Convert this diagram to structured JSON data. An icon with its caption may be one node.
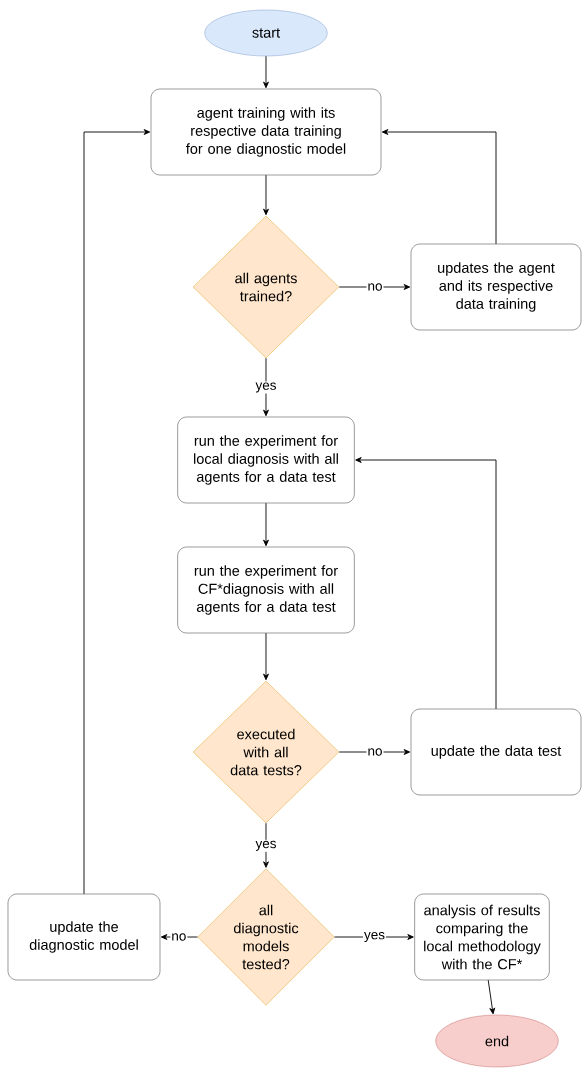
{
  "diagram": {
    "nodes": [
      {
        "text": [
          "start"
        ]
      },
      {
        "text": [
          "agent training with its respective data training for one diagnostic model"
        ]
      },
      {
        "text": [
          "all agents trained?"
        ]
      },
      {
        "text": [
          "updates the agent and its respective data training"
        ]
      },
      {
        "text": [
          "run the experiment for local diagnosis with all agents for a data test"
        ]
      },
      {
        "text": [
          "run the experiment for CF*diagnosis with all agents for a data test"
        ]
      },
      {
        "text": [
          "executed with all data tests?"
        ]
      },
      {
        "text": [
          "update the data test"
        ]
      },
      {
        "text": [
          "all diagnostic models tested?"
        ]
      },
      {
        "text": [
          "update the diagnostic model"
        ]
      },
      {
        "text": [
          "analysis of results comparing the local methodology with the CF*"
        ]
      },
      {
        "text": [
          "end"
        ]
      }
    ],
    "edges": [
      {
        "from": 0,
        "to": 1,
        "arrow": "to"
      },
      {
        "from": 1,
        "to": 2,
        "arrow": "to"
      },
      {
        "from": 2,
        "to": 3,
        "arrow": "to",
        "label": "no"
      },
      {
        "from": 3,
        "to": 1,
        "arrow": "to"
      },
      {
        "from": 2,
        "to": 4,
        "arrow": "to",
        "label": "yes"
      },
      {
        "from": 4,
        "to": 5,
        "arrow": "to"
      },
      {
        "from": 5,
        "to": 6,
        "arrow": "to"
      },
      {
        "from": 6,
        "to": 7,
        "arrow": "to",
        "label": "no"
      },
      {
        "from": 7,
        "to": 4,
        "arrow": "to"
      },
      {
        "from": 6,
        "to": 8,
        "arrow": "to",
        "label": "yes"
      },
      {
        "from": 8,
        "to": 9,
        "arrow": "to",
        "label": "no"
      },
      {
        "from": 8,
        "to": 10,
        "arrow": "to",
        "label": "yes"
      },
      {
        "from": 9,
        "to": 1,
        "arrow": "to"
      },
      {
        "from": 10,
        "to": 11,
        "arrow": "to"
      }
    ]
  }
}
